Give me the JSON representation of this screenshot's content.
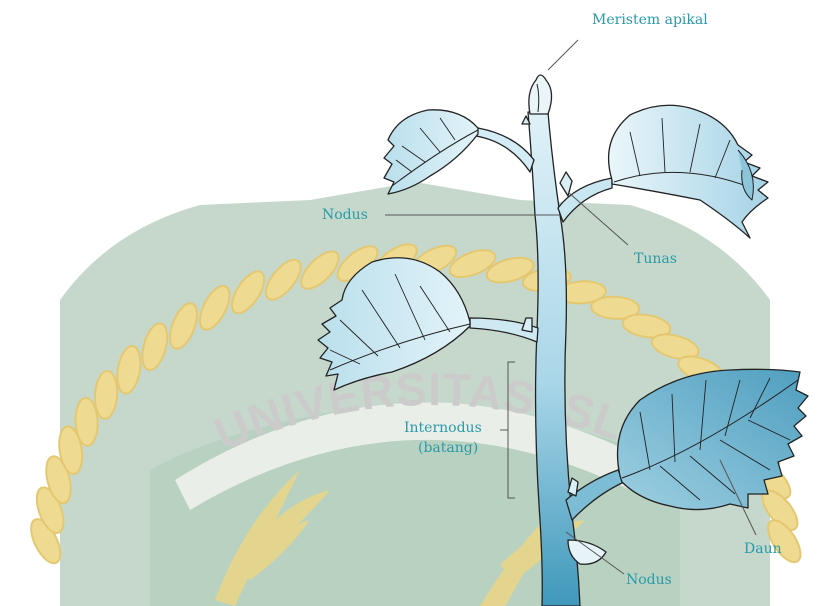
{
  "diagram": {
    "labels": {
      "meristem_apikal": "Meristem apikal",
      "nodus_upper": "Nodus",
      "tunas": "Tunas",
      "internodus_line1": "Internodus",
      "internodus_line2": "(batang)",
      "daun": "Daun",
      "nodus_lower": "Nodus"
    },
    "colors": {
      "label_text": "#2a9aa8",
      "stem_fill": "#c9e7f1",
      "stem_fill_dark": "#4ea3c2",
      "leaf_fill": "#d6edf5",
      "leaf_fill_dark": "#5aa9c6",
      "outline": "#222222",
      "leader_line": "#555555"
    }
  },
  "watermark": {
    "text": "UNIVERSITAS ISLAM RIAU",
    "colors": {
      "rope_yellow": "#efd98c",
      "rope_shadow": "#e3c66a",
      "shield_green": "#7ea58c",
      "text_gray": "#c7c7c7"
    }
  }
}
